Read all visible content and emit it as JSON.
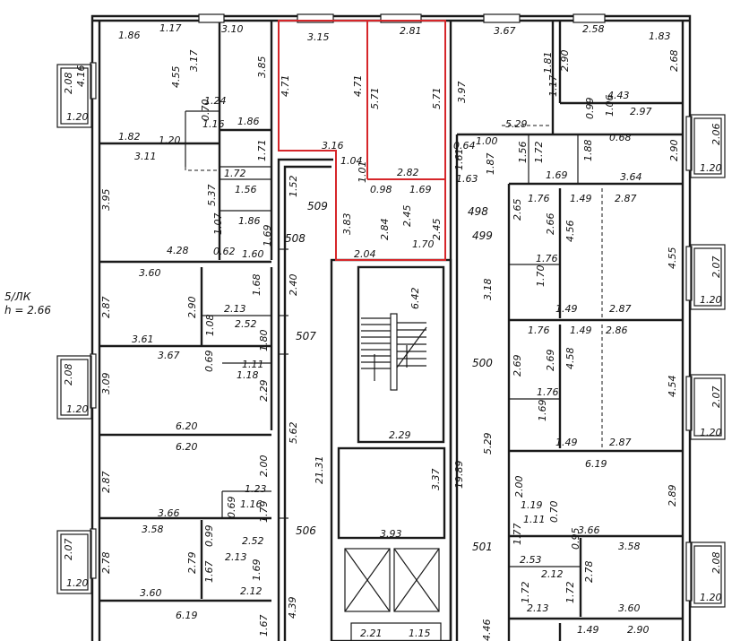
{
  "plan": {
    "floor_note": [
      "5/ЛК",
      "h = 2.66"
    ],
    "apartments": [
      "509",
      "508",
      "507",
      "506",
      "498",
      "499",
      "500",
      "501"
    ],
    "dimensions": {
      "left_block": [
        "1.86",
        "1.17",
        "3.10",
        "4.16",
        "4.55",
        "3.17",
        "3.85",
        "1.24",
        "0.70",
        "1.16",
        "1.86",
        "1.82",
        "1.20",
        "3.11",
        "1.72",
        "1.71",
        "3.95",
        "5.37",
        "1.56",
        "1.86",
        "1.07",
        "0.62",
        "1.60",
        "4.28",
        "1.69",
        "3.60",
        "2.87",
        "2.90",
        "2.13",
        "1.68",
        "1.08",
        "2.52",
        "3.61",
        "3.67",
        "0.69",
        "1.11",
        "1.18",
        "3.09",
        "2.29",
        "6.20",
        "6.20",
        "2.87",
        "2.00",
        "1.23",
        "0.69",
        "1.16",
        "3.66",
        "1.79",
        "3.58",
        "0.99",
        "2.52",
        "2.78",
        "2.79",
        "2.13",
        "1.67",
        "1.69",
        "3.60",
        "2.12",
        "6.19",
        "4.39",
        "1.67",
        "1.80",
        "1.52",
        "2.40",
        "5.62",
        "21.31"
      ],
      "left_balconies": [
        "2.08",
        "1.20",
        "2.08",
        "1.20",
        "2.07",
        "1.20"
      ],
      "center": [
        "3.15",
        "2.81",
        "4.71",
        "4.71",
        "5.71",
        "5.71",
        "3.16",
        "1.04",
        "1.01",
        "2.82",
        "0.98",
        "1.69",
        "3.83",
        "2.84",
        "2.45",
        "2.45",
        "1.70",
        "2.04",
        "6.42",
        "2.29",
        "3.37",
        "19.89",
        "3.93",
        "2.21",
        "1.15"
      ],
      "right_block": [
        "3.67",
        "1.81",
        "2.58",
        "1.83",
        "2.90",
        "2.68",
        "3.97",
        "1.17",
        "4.43",
        "0.99",
        "1.06",
        "2.97",
        "5.29",
        "0.64",
        "1.00",
        "0.68",
        "1.61",
        "1.87",
        "1.56",
        "1.72",
        "1.88",
        "2.90",
        "1.69",
        "3.64",
        "1.63",
        "1.76",
        "1.49",
        "2.87",
        "2.65",
        "2.66",
        "4.56",
        "4.55",
        "1.76",
        "1.70",
        "3.18",
        "1.49",
        "2.87",
        "1.76",
        "1.49",
        "2.86",
        "2.69",
        "2.69",
        "4.58",
        "1.76",
        "1.69",
        "4.54",
        "1.49",
        "2.87",
        "5.29",
        "6.19",
        "2.00",
        "1.19",
        "2.89",
        "1.11",
        "0.70",
        "1.77",
        "3.66",
        "0.95",
        "3.58",
        "2.53",
        "2.12",
        "1.72",
        "1.72",
        "2.78",
        "2.13",
        "3.60",
        "4.46",
        "1.49",
        "2.90"
      ],
      "right_balconies": [
        "2.06",
        "1.20",
        "2.07",
        "1.20",
        "2.07",
        "1.20",
        "2.08",
        "1.20"
      ]
    }
  }
}
